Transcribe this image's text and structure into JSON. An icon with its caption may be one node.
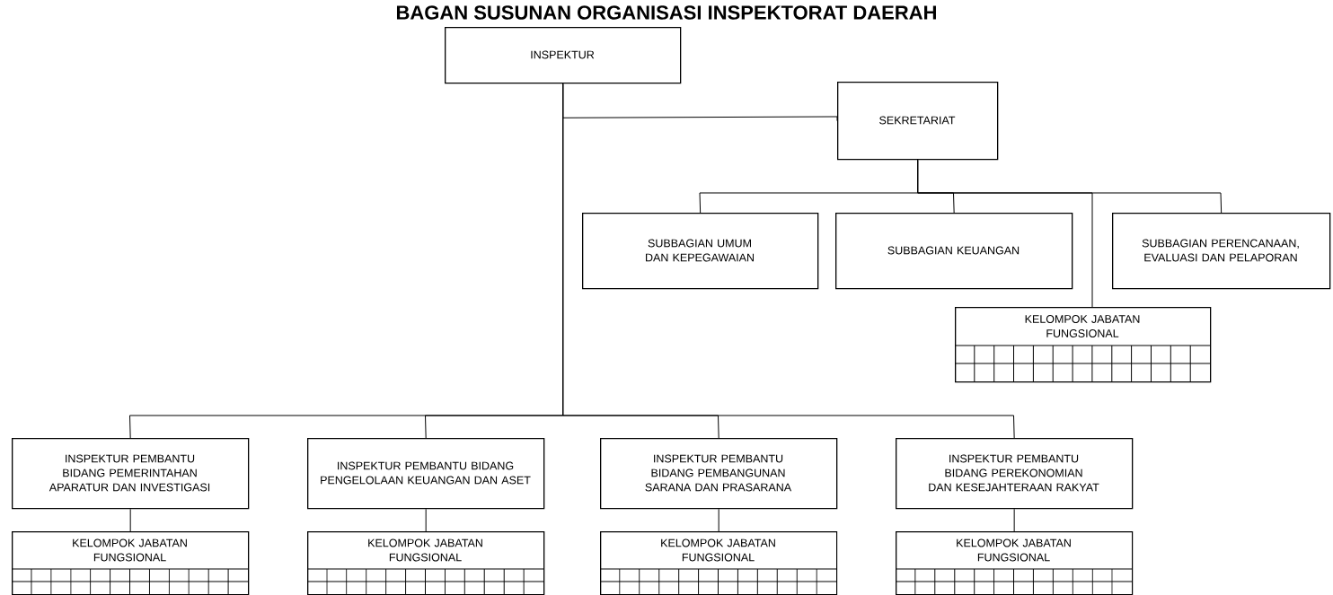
{
  "diagram": {
    "title": "BAGAN SUSUNAN ORGANISASI INSPEKTORAT DAERAH",
    "nodes": [
      {
        "text": [
          "INSPEKTUR"
        ]
      },
      {
        "text": [
          "SEKRETARIAT"
        ]
      },
      {
        "text": [
          "SUBBAGIAN UMUM DAN KEPEGAWAIAN"
        ]
      },
      {
        "text": [
          "SUBBAGIAN KEUANGAN"
        ]
      },
      {
        "text": [
          "SUBBAGIAN PERENCANAAN, EVALUASI DAN PELAPORAN"
        ]
      },
      {
        "text": [
          "KELOMPOK JABATAN FUNGSIONAL"
        ]
      },
      {
        "text": [
          "INSPEKTUR PEMBANTU BIDANG PEMERINTAHAN APARATUR DAN INVESTIGASI"
        ]
      },
      {
        "text": [
          "INSPEKTUR PEMBANTU BIDANG PENGELOLAAN KEUANGAN DAN ASET"
        ]
      },
      {
        "text": [
          "INSPEKTUR PEMBANTU BIDANG PEMBANGUNAN SARANA DAN PRASARANA"
        ]
      },
      {
        "text": [
          "INSPEKTUR PEMBANTU BIDANG PEREKONOMIAN DAN KESEJAHTERAAN RAKYAT"
        ]
      },
      {
        "text": [
          "KELOMPOK JABATAN FUNGSIONAL"
        ]
      },
      {
        "text": [
          "KELOMPOK JABATAN FUNGSIONAL"
        ]
      },
      {
        "text": [
          "KELOMPOK JABATAN FUNGSIONAL"
        ]
      },
      {
        "text": [
          "KELOMPOK JABATAN FUNGSIONAL"
        ]
      }
    ],
    "edges": [
      {
        "from": 0,
        "to": 1,
        "arrow": "none"
      },
      {
        "from": 1,
        "to": 2,
        "arrow": "none"
      },
      {
        "from": 1,
        "to": 3,
        "arrow": "none"
      },
      {
        "from": 1,
        "to": 4,
        "arrow": "none"
      },
      {
        "from": 1,
        "to": 5,
        "arrow": "none"
      },
      {
        "from": 0,
        "to": 6,
        "arrow": "none"
      },
      {
        "from": 0,
        "to": 7,
        "arrow": "none"
      },
      {
        "from": 0,
        "to": 8,
        "arrow": "none"
      },
      {
        "from": 0,
        "to": 9,
        "arrow": "none"
      },
      {
        "from": 6,
        "to": 10,
        "arrow": "none"
      },
      {
        "from": 7,
        "to": 11,
        "arrow": "none"
      },
      {
        "from": 8,
        "to": 12,
        "arrow": "none"
      },
      {
        "from": 9,
        "to": 13,
        "arrow": "none"
      }
    ]
  }
}
